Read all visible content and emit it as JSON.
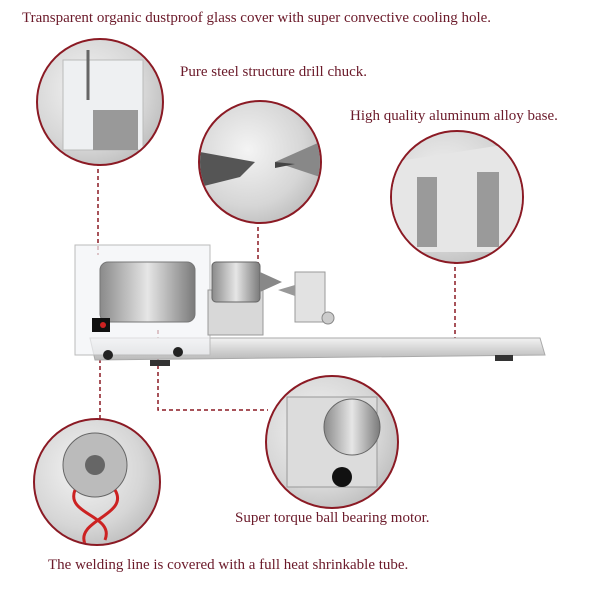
{
  "captions": {
    "cover": "Transparent organic dustproof glass cover with super convective cooling hole.",
    "chuck": "Pure steel structure drill chuck.",
    "base": "High quality aluminum alloy base.",
    "motor": "Super torque ball bearing motor.",
    "welding": "The welding line is covered with a full heat shrinkable tube."
  },
  "colors": {
    "caption": "#6b1a2a",
    "circle_border": "#8b1a24",
    "leader_line": "#8b1a24"
  }
}
